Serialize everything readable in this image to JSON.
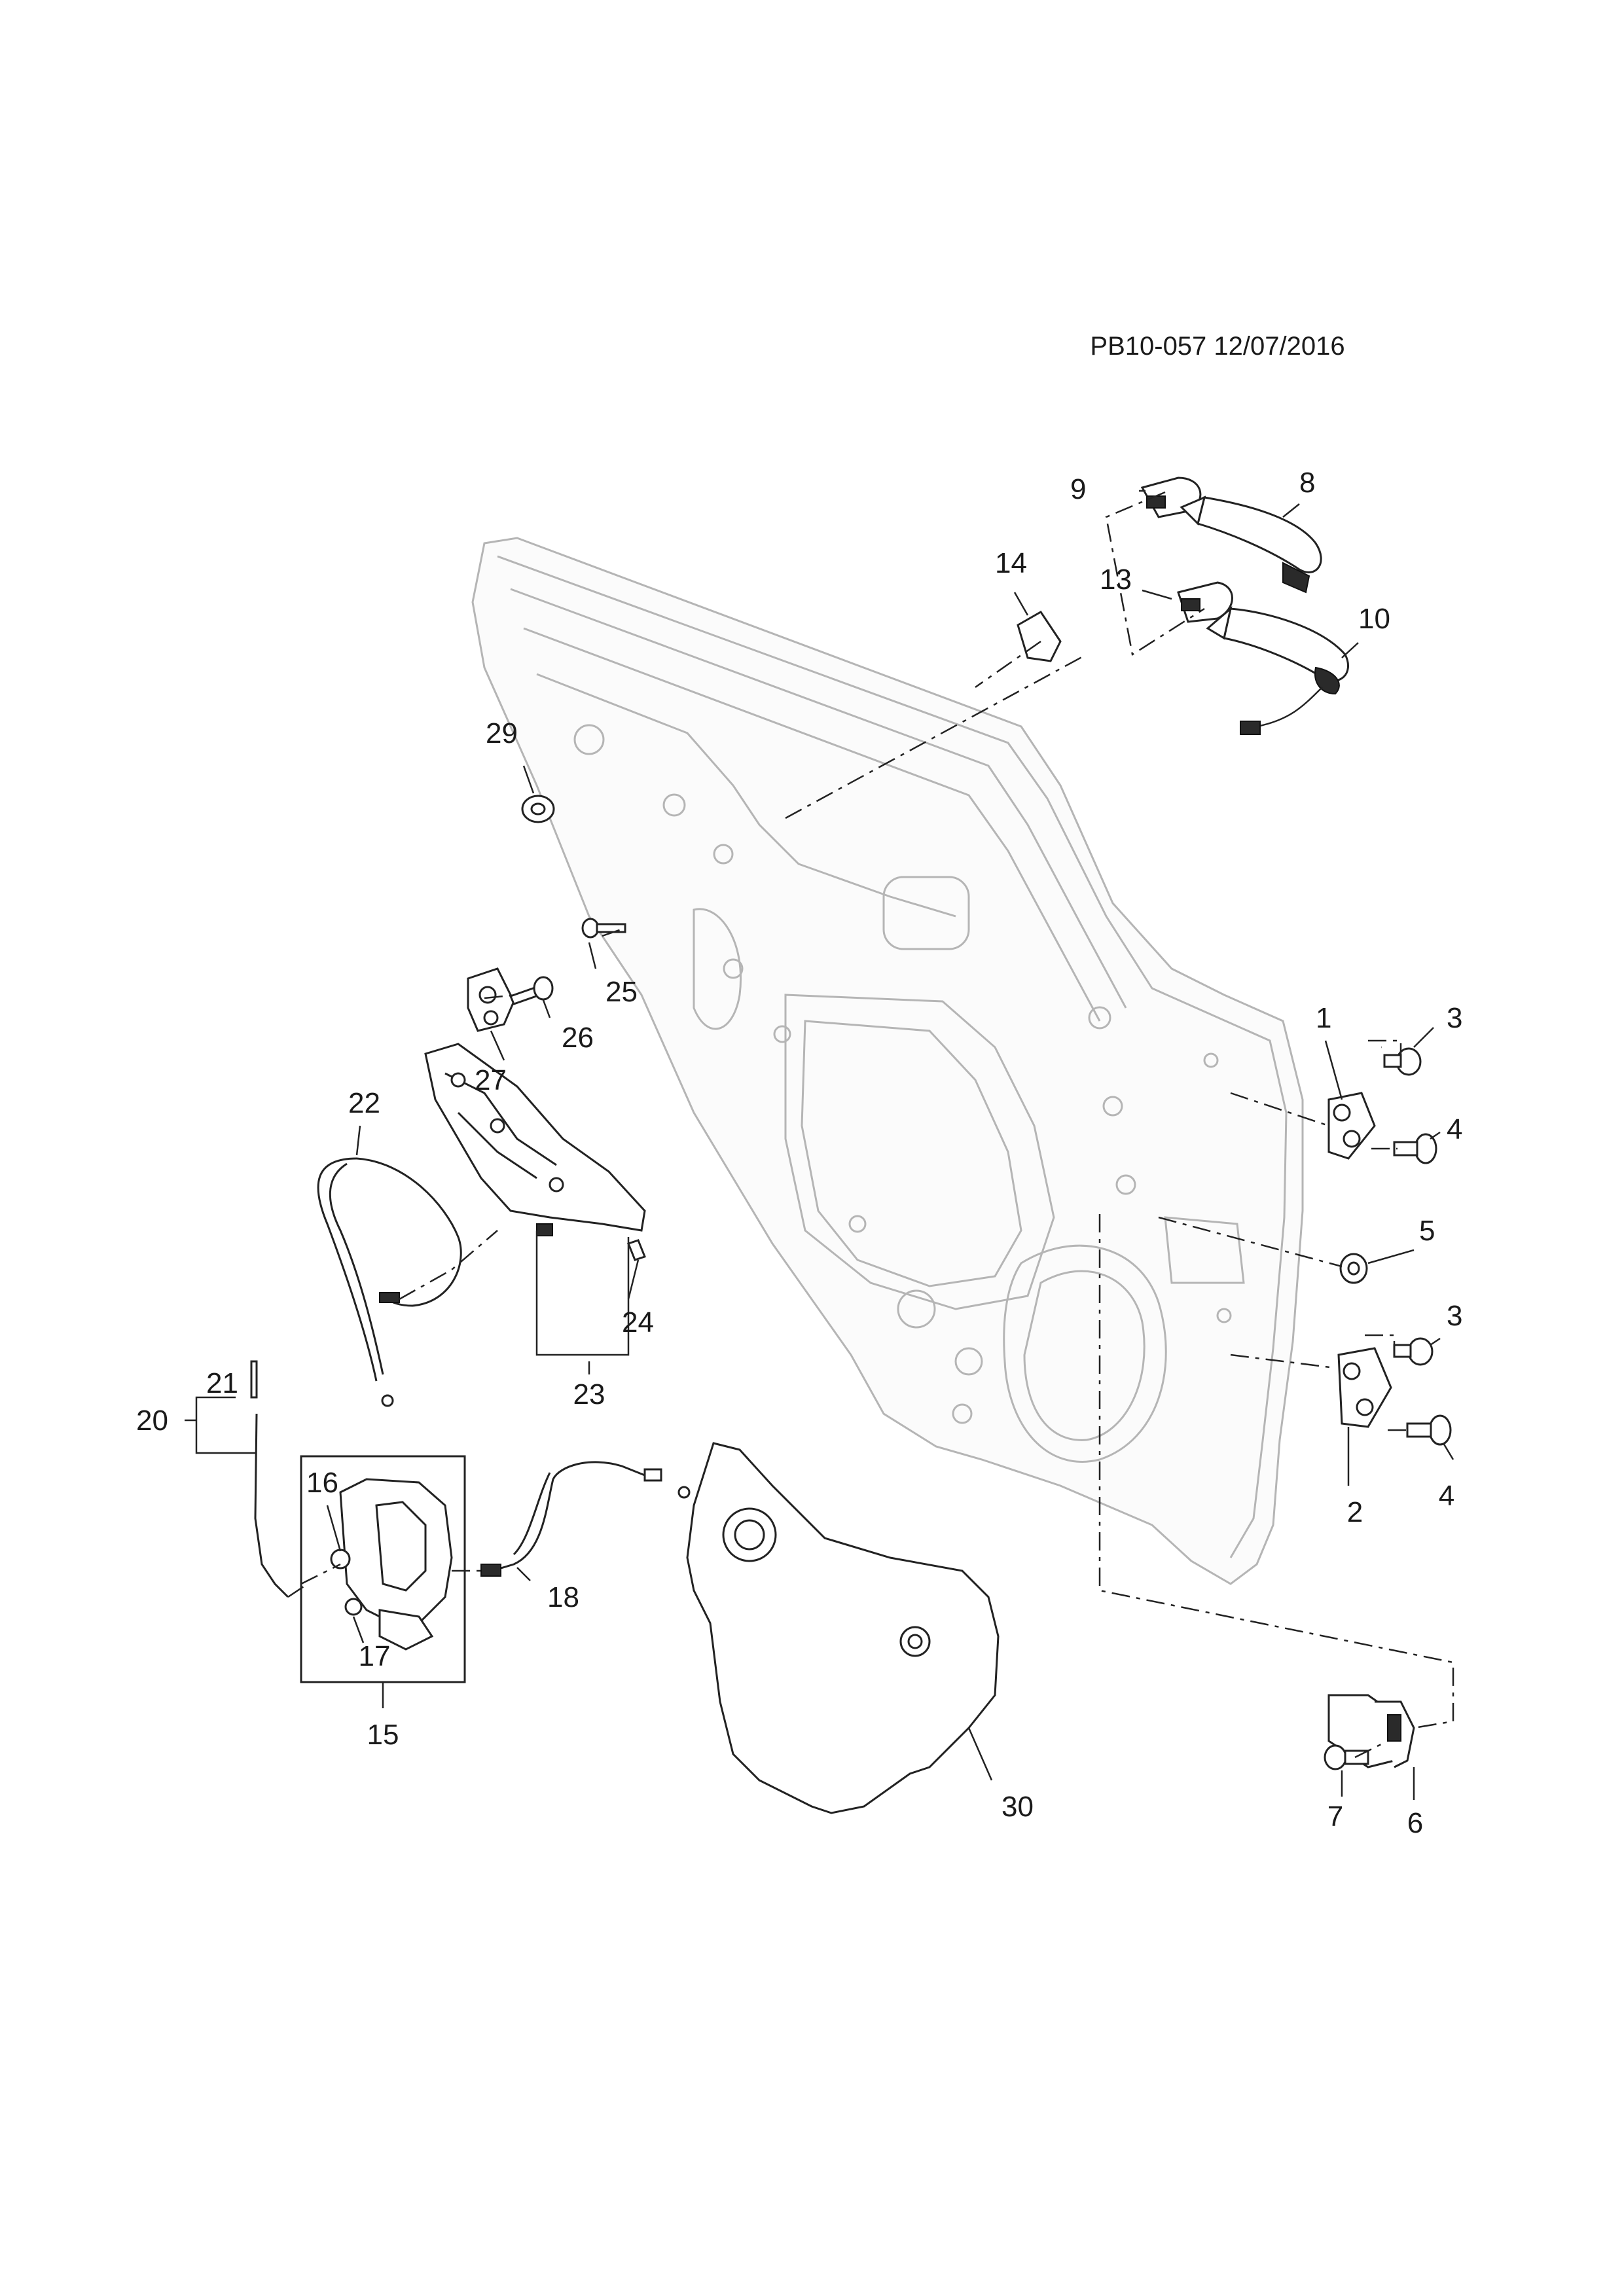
{
  "drawing_code": "PB10-057 12/07/2016",
  "callouts": {
    "c1": "1",
    "c2": "2",
    "c3a": "3",
    "c3b": "3",
    "c4a": "4",
    "c4b": "4",
    "c5": "5",
    "c6": "6",
    "c7": "7",
    "c8": "8",
    "c9": "9",
    "c10": "10",
    "c13": "13",
    "c14": "14",
    "c15": "15",
    "c16": "16",
    "c17": "17",
    "c18": "18",
    "c20": "20",
    "c21": "21",
    "c22": "22",
    "c23": "23",
    "c24": "24",
    "c25": "25",
    "c26": "26",
    "c27": "27",
    "c29": "29",
    "c30": "30"
  }
}
